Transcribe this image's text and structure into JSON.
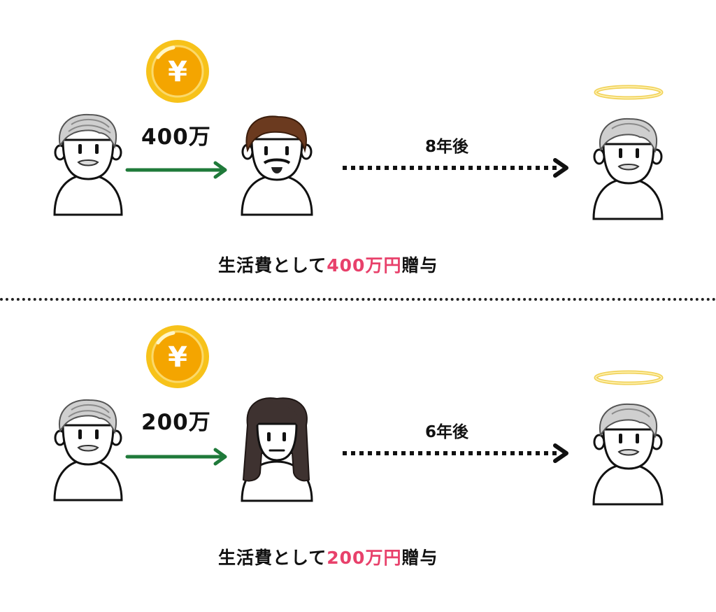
{
  "colors": {
    "accent_text": "#e8416b",
    "arrow_solid": "#1f7a3a",
    "arrow_dotted": "#111111",
    "coin": "#f4b400",
    "halo": "#f1d25a"
  },
  "rows": [
    {
      "amount_label": "400万",
      "elapsed_label": "8年後",
      "caption_before": "生活費として",
      "caption_highlight": "400万円",
      "caption_after": "贈与",
      "coin_symbol": "¥",
      "giver_icon": "elderly-man-icon",
      "recipient_icon": "bearded-man-icon",
      "after_icon": "deceased-elderly-man-with-halo-icon"
    },
    {
      "amount_label": "200万",
      "elapsed_label": "6年後",
      "caption_before": "生活費として",
      "caption_highlight": "200万円",
      "caption_after": "贈与",
      "coin_symbol": "¥",
      "giver_icon": "elderly-man-icon",
      "recipient_icon": "long-haired-woman-icon",
      "after_icon": "deceased-elderly-man-with-halo-icon"
    }
  ]
}
